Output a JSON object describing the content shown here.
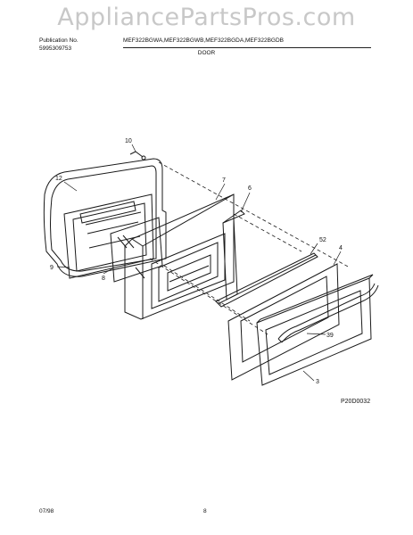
{
  "watermark": "AppliancePartsPros.com",
  "header": {
    "publication_label": "Publication No.",
    "publication_number": "5995309753",
    "models": "MEF322BGWA,MEF322BGWB,MEF322BGDA,MEF322BGDB",
    "section_title": "DOOR"
  },
  "callouts": {
    "c10": "10",
    "c12": "12",
    "c7": "7",
    "c6": "6",
    "c9": "9",
    "c8": "8",
    "c52": "52",
    "c4": "4",
    "c39": "39",
    "c3": "3"
  },
  "diagram_code": "P20D0032",
  "footer": {
    "date": "07/98",
    "page": "8"
  }
}
